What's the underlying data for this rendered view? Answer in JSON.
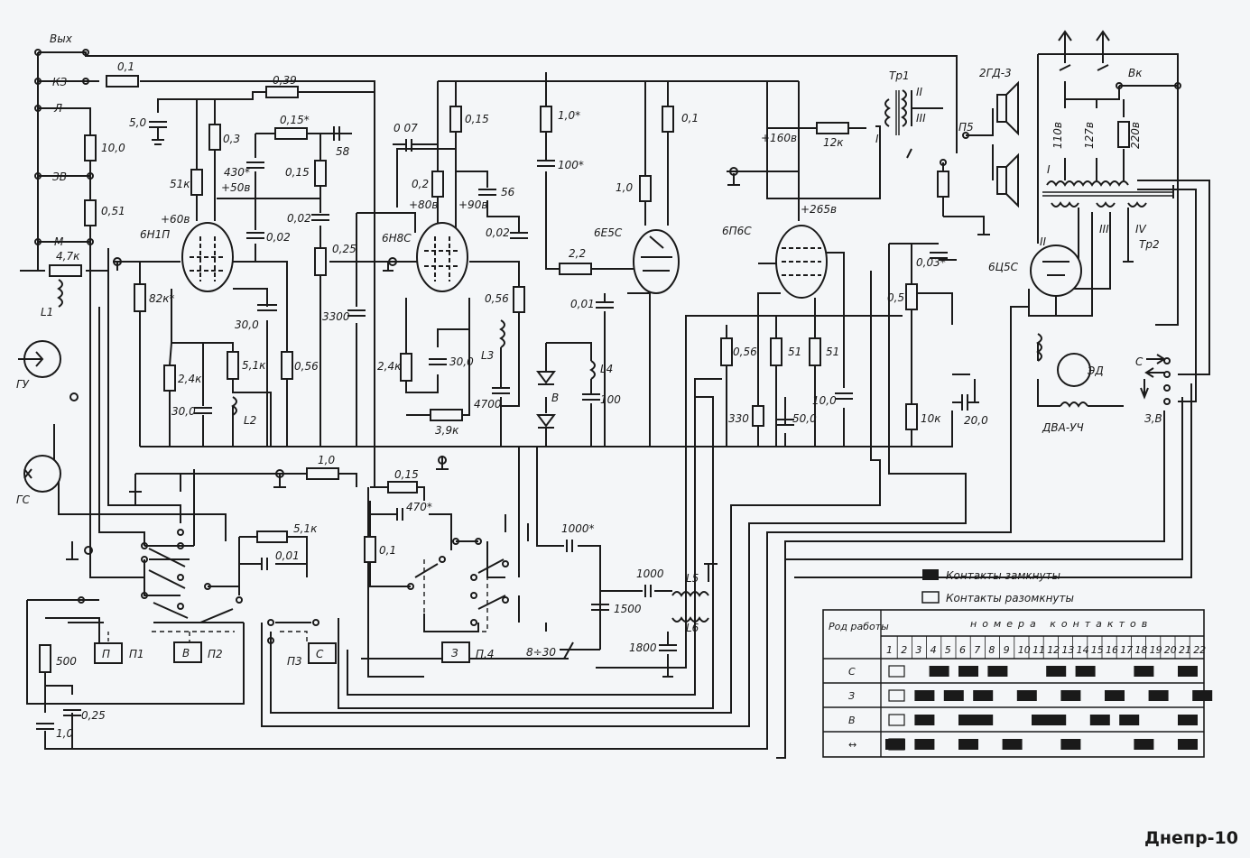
{
  "title": "Днепр-10",
  "terminals": [
    "Вых",
    "КЗ",
    "Л",
    "ЗВ",
    "М"
  ],
  "tubes": [
    "6Н1П",
    "6Н8С",
    "6Е5С",
    "6П6С",
    "6Ц5С"
  ],
  "voltages": [
    "+60в",
    "+50в",
    "+80в",
    "+90в",
    "+160в",
    "+265в"
  ],
  "components": {
    "r_01": "0,1",
    "r_039": "0,39",
    "c_50": "5,0",
    "r_015a": "0,15*",
    "r_03": "0,3",
    "c_430": "430*",
    "c_58": "58",
    "r_10": "10,0",
    "r_051": "0,51",
    "r_51k": "51к",
    "r_015b": "0,15",
    "c_002a": "0,02",
    "c_002b": "0,02",
    "r_025": "0,25",
    "r_47k": "4,7к",
    "r_82k": "82к*",
    "c_300a": "30,0",
    "c_3300": "3300",
    "r_24ka": "2,4к",
    "r_51ka": "5,1к",
    "r_056a": "0,56",
    "c_300b": "30,0",
    "l2": "L2",
    "l1": "L1",
    "c_007": "0 07",
    "r_015c": "0,15",
    "r_02": "0,2",
    "c_56": "56",
    "c_002c": "0,02",
    "r_056b": "0,56",
    "r_24kb": "2,4к",
    "c_300c": "30,0",
    "l3": "L3",
    "c_4700": "4700",
    "r_39k": "3,9к",
    "r_10s": "1,0*",
    "c_100s": "100*",
    "r_22": "2,2",
    "c_001a": "0,01",
    "l4": "L4",
    "c_100": "100",
    "d_v": "В",
    "r_10b": "1,0",
    "r_01b": "0,1",
    "r_12k": "12к",
    "r_056c": "0,56",
    "r_330": "330",
    "c_500": "50,0",
    "r_51a": "51",
    "r_51b": "51",
    "c_100b": "10,0",
    "c_003": "0,03*",
    "r_05": "0,5",
    "r_10kb": "10к",
    "c_200": "20,0",
    "r_10c": "1,0",
    "r_015d": "0,15",
    "c_470": "470*",
    "r_01c": "0,1",
    "r_51kb": "5,1к",
    "c_001b": "0,01",
    "c_1000s": "1000*",
    "c_1000": "1000",
    "c_1500": "1500",
    "c_1800": "1800",
    "c_830": "8÷30",
    "l5": "L5",
    "l6": "L6",
    "r_500": "500",
    "c_025": "0,25",
    "c_10d": "1,0"
  },
  "devices": {
    "gu": "ГУ",
    "gs": "ГС",
    "tr1": "Тр1",
    "tr2": "Тр2",
    "speaker": "2ГД-3",
    "motor": "ЭД",
    "motor_coil": "ДВА-УЧ",
    "switch_vk": "Вк",
    "switch_p5": "П5",
    "voltage_selector": "З,В"
  },
  "mains": [
    "110в",
    "127в",
    "220в"
  ],
  "roman": [
    "I",
    "II",
    "III",
    "IV"
  ],
  "switches": [
    "П",
    "П1",
    "В",
    "П2",
    "П3",
    "С",
    "З",
    "П.4"
  ],
  "legend": {
    "closed": "Контакты замкнуты",
    "open": "Контакты разомкнуты"
  },
  "table": {
    "col_header": "номера контактов",
    "row_header": "Род работы",
    "contacts": [
      "1",
      "2",
      "3",
      "4",
      "5",
      "6",
      "7",
      "8",
      "9",
      "10",
      "11",
      "12",
      "13",
      "14",
      "15",
      "16",
      "17",
      "18",
      "19",
      "20",
      "21",
      "22"
    ],
    "rows": [
      {
        "mode": "С",
        "closed": [
          4,
          6,
          8,
          12,
          14,
          18,
          21
        ]
      },
      {
        "mode": "З",
        "closed": [
          3,
          5,
          7,
          10,
          13,
          16,
          19,
          22
        ]
      },
      {
        "mode": "В",
        "closed": [
          3,
          6,
          7,
          11,
          12,
          15,
          17,
          21
        ]
      },
      {
        "mode": "↔",
        "closed": [
          1,
          3,
          6,
          9,
          13,
          18,
          21
        ]
      }
    ]
  }
}
